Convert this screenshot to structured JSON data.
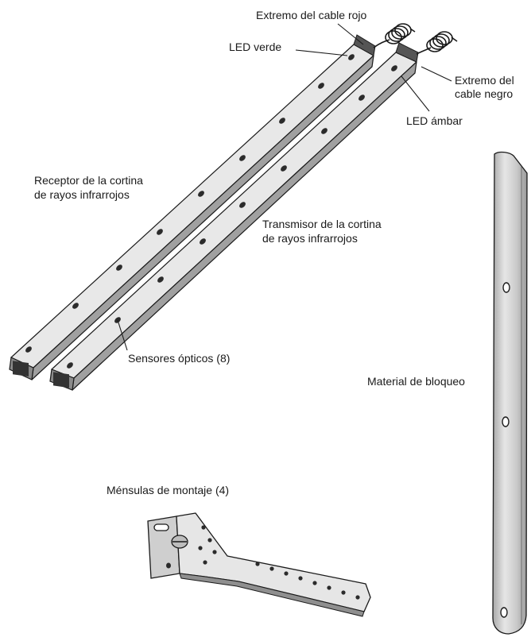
{
  "labels": {
    "cable_rojo": "Extremo del cable rojo",
    "led_verde": "LED verde",
    "cable_negro_1": "Extremo del",
    "cable_negro_2": "cable negro",
    "led_ambar": "LED ámbar",
    "receptor_1": "Receptor de la cortina",
    "receptor_2": "de rayos infrarrojos",
    "transmisor_1": "Transmisor de la cortina",
    "transmisor_2": "de rayos infrarrojos",
    "sensores": "Sensores ópticos (8)",
    "material": "Material de bloqueo",
    "mensulas": "Ménsulas de montaje (4)"
  }
}
